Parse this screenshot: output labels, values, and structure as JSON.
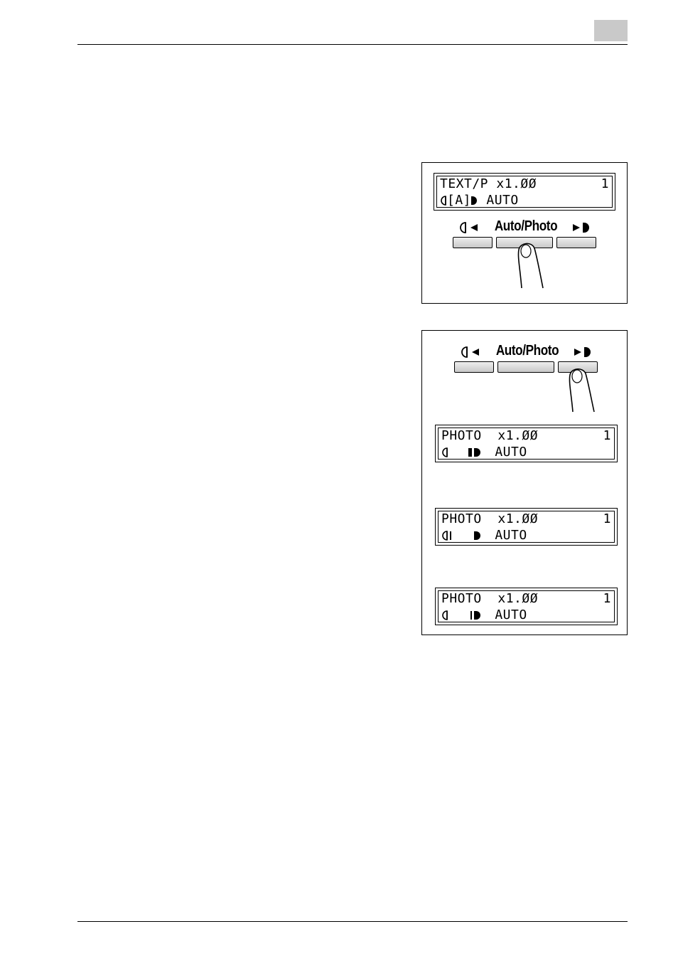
{
  "header": {
    "chapter_tab": ""
  },
  "figure1": {
    "lcd_line1_mode": "TEXT/P",
    "lcd_line1_zoom": "x1.ØØ",
    "lcd_line1_count": "1",
    "lcd_line2_mode": "[A]",
    "lcd_line2_paper": "AUTO",
    "button_label": "Auto/Photo",
    "lighter_icon": "lighter-density-icon",
    "darker_icon": "darker-density-icon",
    "pressed_key": "auto-photo"
  },
  "figure2": {
    "button_label": "Auto/Photo",
    "pressed_key": "darker",
    "displays": [
      {
        "line1_mode": "PHOTO",
        "line1_zoom": "x1.ØØ",
        "line1_count": "1",
        "line2_paper": "AUTO",
        "density_level": "darker"
      },
      {
        "line1_mode": "PHOTO",
        "line1_zoom": "x1.ØØ",
        "line1_count": "1",
        "line2_paper": "AUTO",
        "density_level": "lightest"
      },
      {
        "line1_mode": "PHOTO",
        "line1_zoom": "x1.ØØ",
        "line1_count": "1",
        "line2_paper": "AUTO",
        "density_level": "medium"
      }
    ]
  }
}
